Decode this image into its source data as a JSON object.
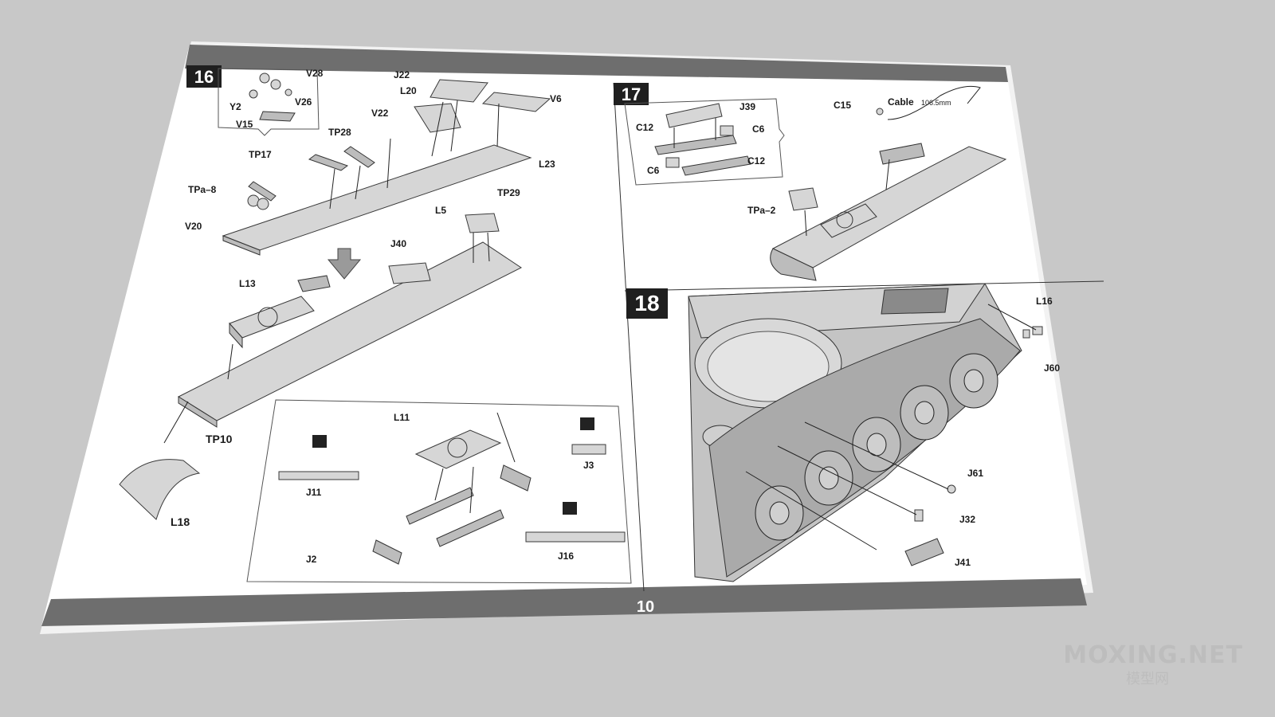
{
  "page": {
    "number": "10"
  },
  "steps": {
    "s16": "16",
    "s17": "17",
    "s18": "18"
  },
  "labels16": {
    "V28": "V28",
    "Y2": "Y2",
    "V26": "V26",
    "V15": "V15",
    "J22": "J22",
    "V6": "V6",
    "L20": "L20",
    "V22": "V22",
    "TP28": "TP28",
    "TP17": "TP17",
    "L23": "L23",
    "TPa8": "TPa–8",
    "TP29": "TP29",
    "L5": "L5",
    "V20": "V20",
    "J40": "J40",
    "L13": "L13",
    "TP10": "TP10",
    "L18": "L18",
    "L11": "L11",
    "J11": "J11",
    "J3": "J3",
    "J2": "J2",
    "J16": "J16"
  },
  "labels17": {
    "J39": "J39",
    "C12a": "C12",
    "C6a": "C6",
    "C6b": "C6",
    "C12b": "C12",
    "C15": "C15",
    "Cable": "Cable",
    "CableLen": "106.5mm",
    "TPa2": "TPa–2"
  },
  "labels18": {
    "L16": "L16",
    "J60": "J60",
    "J61": "J61",
    "J32": "J32",
    "J41": "J41"
  },
  "watermark": {
    "main": "MOXING.NET",
    "sub": "模型网"
  },
  "colors": {
    "band": "#6e6e6e",
    "paper": "#ffffff",
    "background": "#c9c9c9"
  }
}
